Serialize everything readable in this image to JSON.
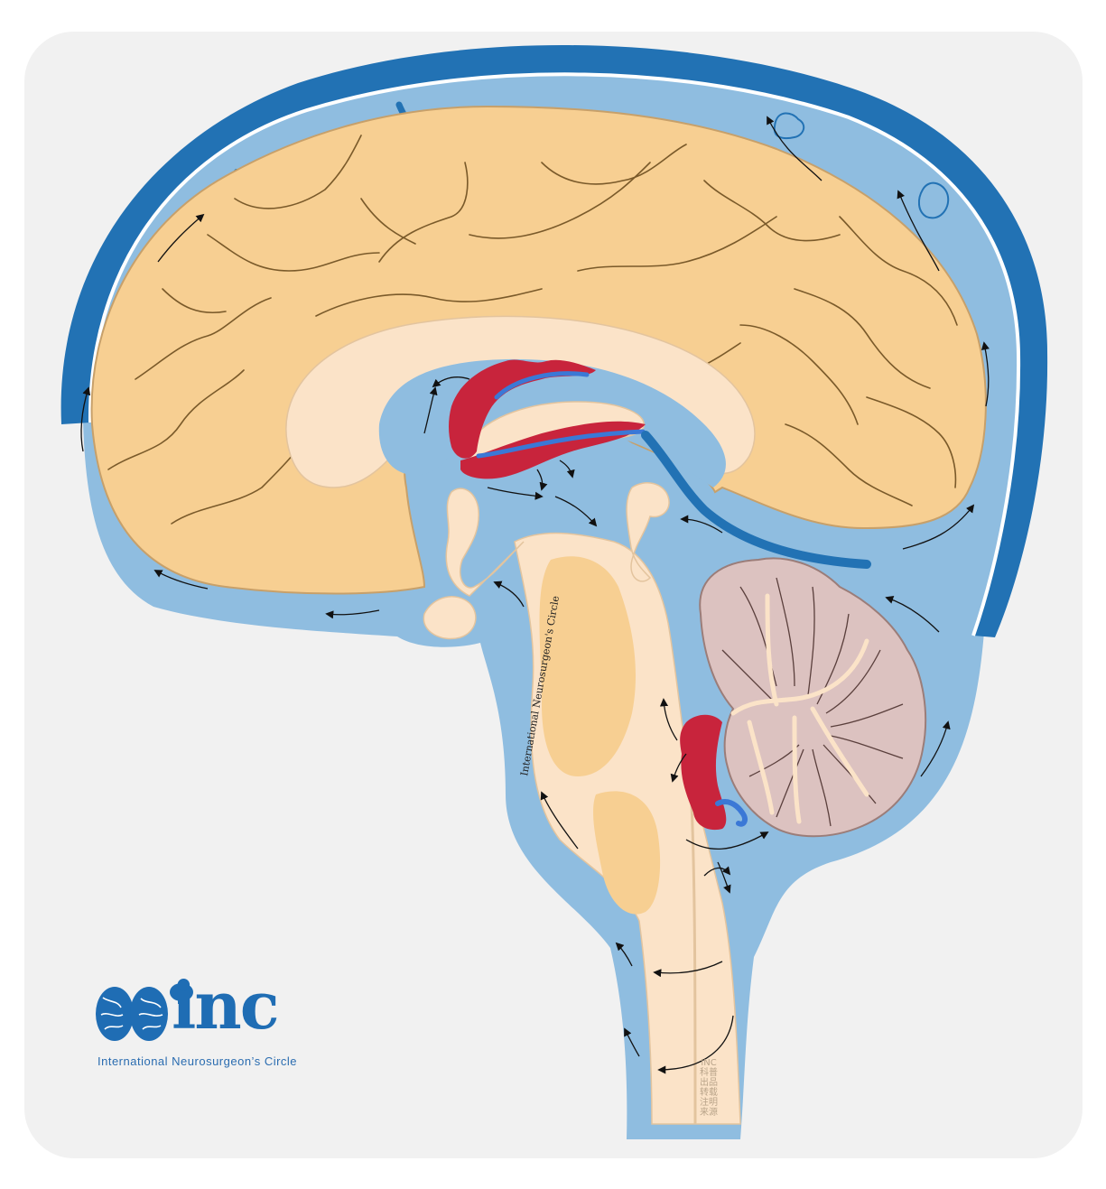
{
  "diagram": {
    "watermark_vertical": "International Neurosurgeon's Circle",
    "watermark_cn": "INC科普出品 转载注明来源"
  },
  "logo": {
    "wordmark": "inc",
    "caption": "International  Neurosurgeon’s  Circle",
    "brand_color": "#1f6db4"
  },
  "colors": {
    "background": "#f1f1f1",
    "csf": "#8fbde0",
    "venous_sinus": "#2272b4",
    "cortex": "#f7cf92",
    "white_matter": "#fbe3c8",
    "cerebellum": "#dcc2c0",
    "choroid_plexus_red": "#c8243c",
    "choroid_plexus_blue": "#3b78d6"
  },
  "icons": [
    "brain-logo-icon",
    "flow-arrow-icon"
  ]
}
